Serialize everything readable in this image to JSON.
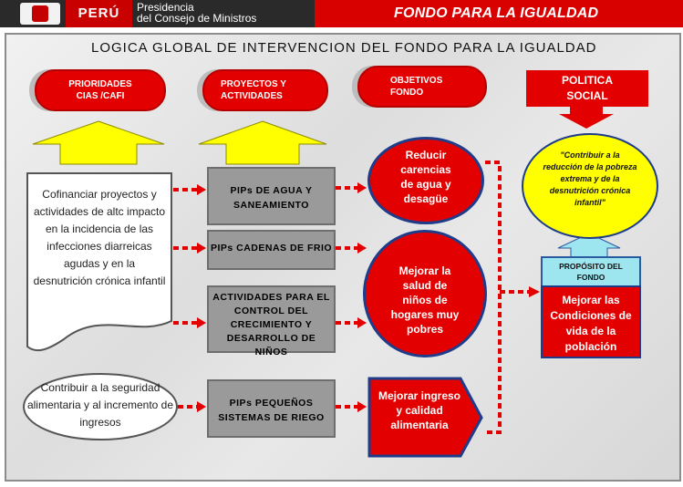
{
  "header": {
    "country": "PERÚ",
    "institution_line1": "Presidencia",
    "institution_line2": "del Consejo de Ministros",
    "title": "FONDO PARA LA IGUALDAD"
  },
  "diagram": {
    "title": "LOGICA GLOBAL  DE  INTERVENCION  DEL FONDO  PARA  LA  IGUALDAD",
    "column_headers": {
      "priorities": "PRIORIDADES CIAS /CAFI",
      "projects": "PROYECTOS Y ACTIVIDADES",
      "objectives": "OBJETIVOS FONDO",
      "policy": "POLITICA SOCIAL"
    },
    "priorities": [
      "Cofinanciar proyectos y actividades de altc impacto en la incidencia de las infecciones diarreicas agudas y en la desnutrición crónica infantil",
      "Contribuir a la seguridad alimentaria y al incremento de ingresos"
    ],
    "projects": [
      "PIPs DE AGUA Y SANEAMIENTO",
      "PIPs CADENAS DE FRIO",
      "ACTIVIDADES PARA EL CONTROL DEL CRECIMIENTO Y DESARROLLO DE NIÑOS",
      "PIPs PEQUEÑOS SISTEMAS DE RIEGO"
    ],
    "objectives": [
      "Reducir carencias de agua y desagüe",
      "Mejorar la salud de niños de hogares muy pobres",
      "Mejorar ingreso y calidad alimentaria"
    ],
    "policy_goal": "\"Contribuir a la reducción de la pobreza extrema y de la desnutrición crónica infantil\"",
    "purpose_label": "PROPÓSITO DEL FONDO",
    "purpose": "Mejorar las Condiciones de vida de la población"
  },
  "colors": {
    "red": "#e30000",
    "yellow": "#ffff00",
    "cyan": "#9ee6ef",
    "gray": "#9a9a9a",
    "dark": "#2a2a2a"
  }
}
